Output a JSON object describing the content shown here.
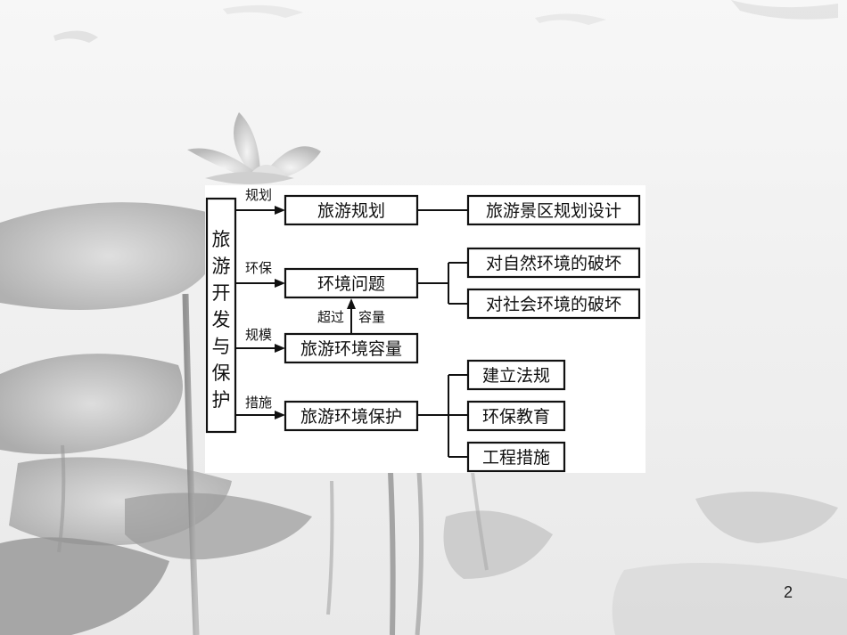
{
  "diagram": {
    "root": "旅游开发与保护",
    "branches": [
      {
        "edge": "规划",
        "node": "旅游规划",
        "children": [
          "旅游景区规划设计"
        ]
      },
      {
        "edge": "环保",
        "node": "环境问题",
        "children": [
          "对自然环境的破坏",
          "对社会环境的破坏"
        ]
      },
      {
        "edge": "规模",
        "node": "旅游环境容量",
        "children": []
      },
      {
        "edge": "措施",
        "node": "旅游环境保护",
        "children": [
          "建立法规",
          "环保教育",
          "工程措施"
        ]
      }
    ],
    "relation": {
      "left": "超过",
      "right": "容量"
    }
  },
  "page": {
    "number": "2"
  },
  "colors": {
    "line": "#111111",
    "panel": "#ffffff"
  }
}
